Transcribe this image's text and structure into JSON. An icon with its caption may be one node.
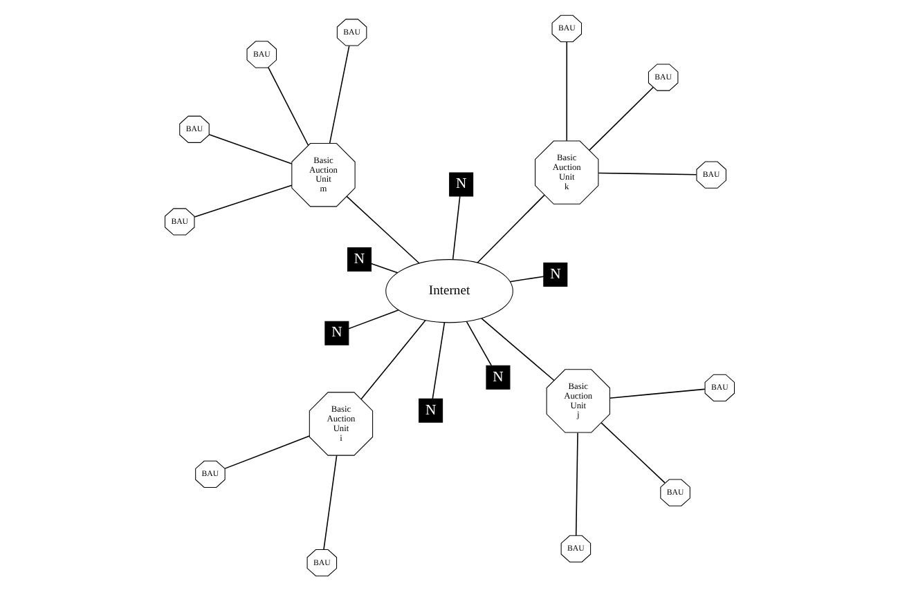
{
  "diagram": {
    "nodes": [
      {
        "text": [
          "BAU"
        ]
      },
      {
        "text": [
          "BAU"
        ]
      },
      {
        "text": [
          "BAU"
        ]
      },
      {
        "text": [
          "BAU"
        ]
      },
      {
        "text": [
          "BAU"
        ]
      },
      {
        "text": [
          "Basic Auction Unit i"
        ]
      },
      {
        "text": [
          "N"
        ]
      },
      {
        "text": [
          "Basic Auction Unit j"
        ]
      },
      {
        "text": [
          "N"
        ]
      },
      {
        "text": [
          "Internet"
        ]
      },
      {
        "text": [
          "N"
        ]
      },
      {
        "text": [
          "N"
        ]
      },
      {
        "text": [
          "Basic Auction Unit k"
        ]
      },
      {
        "text": [
          "Basic Auction Unit m"
        ]
      },
      {
        "text": [
          "N"
        ]
      },
      {
        "text": [
          "N"
        ]
      },
      {
        "text": [
          "BAU"
        ]
      },
      {
        "text": [
          "BAU"
        ]
      },
      {
        "text": [
          "BAU"
        ]
      },
      {
        "text": [
          "BAU"
        ]
      },
      {
        "text": [
          "BAU"
        ]
      },
      {
        "text": [
          "BAU"
        ]
      },
      {
        "text": [
          "BAU"
        ]
      }
    ],
    "edges": [
      {
        "from": 0,
        "to": 5,
        "arrow": "none"
      },
      {
        "from": 4,
        "to": 5,
        "arrow": "none"
      },
      {
        "from": 1,
        "to": 7,
        "arrow": "none"
      },
      {
        "from": 2,
        "to": 7,
        "arrow": "none"
      },
      {
        "from": 3,
        "to": 7,
        "arrow": "none"
      },
      {
        "from": 5,
        "to": 9,
        "arrow": "none"
      },
      {
        "from": 6,
        "to": 9,
        "arrow": "none"
      },
      {
        "from": 8,
        "to": 9,
        "arrow": "none"
      },
      {
        "from": 7,
        "to": 9,
        "arrow": "none"
      },
      {
        "from": 10,
        "to": 9,
        "arrow": "none"
      },
      {
        "from": 11,
        "to": 9,
        "arrow": "none"
      },
      {
        "from": 12,
        "to": 9,
        "arrow": "none"
      },
      {
        "from": 14,
        "to": 9,
        "arrow": "none"
      },
      {
        "from": 15,
        "to": 9,
        "arrow": "none"
      },
      {
        "from": 13,
        "to": 9,
        "arrow": "none"
      },
      {
        "from": 16,
        "to": 12,
        "arrow": "none"
      },
      {
        "from": 17,
        "to": 12,
        "arrow": "none"
      },
      {
        "from": 18,
        "to": 12,
        "arrow": "none"
      },
      {
        "from": 19,
        "to": 13,
        "arrow": "none"
      },
      {
        "from": 20,
        "to": 13,
        "arrow": "none"
      },
      {
        "from": 21,
        "to": 13,
        "arrow": "none"
      },
      {
        "from": 22,
        "to": 13,
        "arrow": "none"
      }
    ]
  }
}
